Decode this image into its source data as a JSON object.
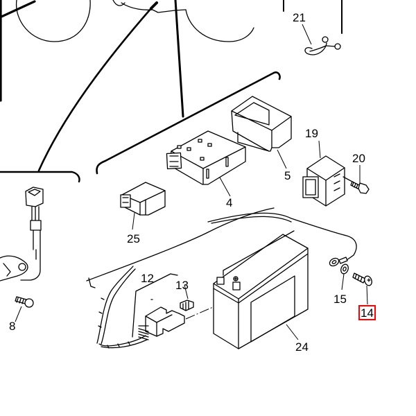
{
  "diagram": {
    "type": "exploded-parts-diagram",
    "highlight_color": "#ff0000",
    "line_color": "#000000",
    "background": "#ffffff",
    "callouts": [
      {
        "id": "4",
        "label": "4"
      },
      {
        "id": "5",
        "label": "5"
      },
      {
        "id": "8",
        "label": "8"
      },
      {
        "id": "12",
        "label": "12"
      },
      {
        "id": "13",
        "label": "13"
      },
      {
        "id": "14",
        "label": "14",
        "highlighted": true
      },
      {
        "id": "15",
        "label": "15"
      },
      {
        "id": "19",
        "label": "19"
      },
      {
        "id": "20",
        "label": "20"
      },
      {
        "id": "21",
        "label": "21"
      },
      {
        "id": "24",
        "label": "24"
      },
      {
        "id": "25",
        "label": "25"
      }
    ],
    "parts": [
      {
        "id": "4",
        "icon": "relay-connector-icon"
      },
      {
        "id": "5",
        "icon": "rubber-cover-icon"
      },
      {
        "id": "8",
        "icon": "screw-icon"
      },
      {
        "id": "12",
        "icon": "wire-harness-icon"
      },
      {
        "id": "13",
        "icon": "fuse-icon"
      },
      {
        "id": "14",
        "icon": "bolt-icon"
      },
      {
        "id": "15",
        "icon": "washer-icon"
      },
      {
        "id": "19",
        "icon": "relay-icon"
      },
      {
        "id": "20",
        "icon": "bolt-icon"
      },
      {
        "id": "21",
        "icon": "cable-band-icon"
      },
      {
        "id": "24",
        "icon": "battery-icon"
      },
      {
        "id": "25",
        "icon": "connector-icon"
      }
    ]
  }
}
